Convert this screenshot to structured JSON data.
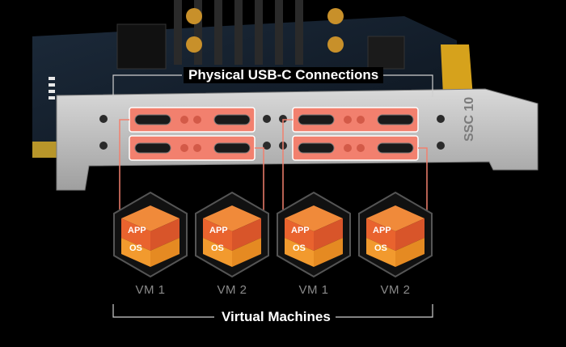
{
  "top_label": "Physical USB-C Connections",
  "bottom_label": "Virtual Machines",
  "bracket_logo": "SSC 10",
  "vms": [
    {
      "app": "APP",
      "os": "OS",
      "name": "VM 1"
    },
    {
      "app": "APP",
      "os": "OS",
      "name": "VM 2"
    },
    {
      "app": "APP",
      "os": "OS",
      "name": "VM 1"
    },
    {
      "app": "APP",
      "os": "OS",
      "name": "VM 2"
    }
  ],
  "colors": {
    "background": "#000000",
    "highlight": "#f2806e",
    "cube_top": "#f08a3a",
    "cube_app": "#e9632e",
    "cube_os": "#f29a2e",
    "hex_border": "#555555",
    "connector_line": "#f2806e",
    "bracket": "#c9c9c9"
  }
}
